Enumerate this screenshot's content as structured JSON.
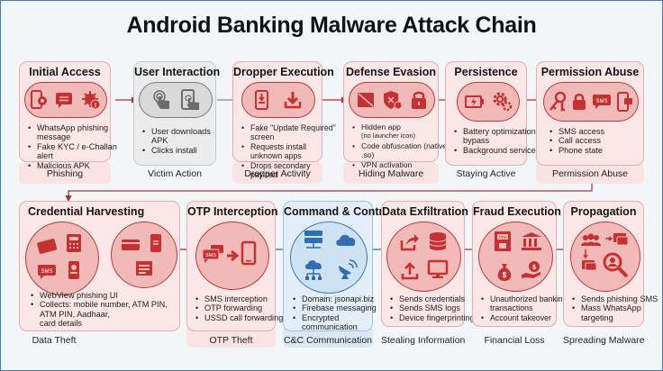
{
  "title": "Android Banking Malware Attack Chain",
  "colors": {
    "accent_red": "#c53030",
    "card_red_bg": "#fbe7e7",
    "card_grey_bg": "#ececec",
    "card_blue_bg": "#e3eef8",
    "accent_blue": "#2f6fb0",
    "grey_icon": "#6b6b6b",
    "frame": "#4a79b8"
  },
  "row1": [
    {
      "title": "Initial Access",
      "theme": "red",
      "icons": [
        "phone-whatsapp-icon",
        "chat-message-icon",
        "virus-alert-icon"
      ],
      "bullets": [
        "WhatsApp phishing message",
        "Fake KYC / e-Challan alert",
        "Malicious APK"
      ],
      "caption": "Phishing"
    },
    {
      "title": "User Interaction",
      "theme": "grey",
      "icons": [
        "tap-hand-icon",
        "phone-tap-icon"
      ],
      "bullets": [
        "User downloads APK",
        "Clicks install"
      ],
      "caption": "Victim Action"
    },
    {
      "title": "Dropper Execution",
      "theme": "red",
      "icons": [
        "phone-download-icon",
        "download-icon"
      ],
      "bullets": [
        "Fake \"Update Required\" screen",
        "Requests install unknown apps",
        "Drops secondary payload"
      ],
      "caption": "Dropper Activity"
    },
    {
      "title": "Defense Evasion",
      "theme": "red",
      "icons": [
        "hidden-app-icon",
        "shield-x-icon",
        "padlock-icon"
      ],
      "bullets": [
        "Hidden app",
        "(no launcher icon)",
        "Code obfuscation (native .so)",
        "VPN activation"
      ],
      "caption": "Hiding Malware"
    },
    {
      "title": "Persistence",
      "theme": "red",
      "icons": [
        "battery-bolt-icon",
        "gears-icon"
      ],
      "bullets": [
        "Battery optimization bypass",
        "Background service"
      ],
      "caption": "Staying Active"
    },
    {
      "title": "Permission Abuse",
      "theme": "red",
      "icons": [
        "keys-icon",
        "padlock-icon",
        "sms-bubble-icon",
        "phone-chat-icon"
      ],
      "bullets": [
        "SMS access",
        "Call access",
        "Phone state"
      ],
      "caption": "Permission Abuse"
    }
  ],
  "row2": [
    {
      "title": "Credential Harvesting",
      "theme": "red",
      "icons": [
        "credit-card-icon",
        "calculator-keypad-icon",
        "sms-bubble-icon",
        "phone-profile-icon",
        "card-icon",
        "phone-transfer-icon",
        "form-window-icon"
      ],
      "bullets": [
        "WebView phishing UI",
        "Collects: mobile number, ATM PIN,",
        "ATM PIN, Aadhaar,",
        "card details"
      ],
      "caption": "Data Theft"
    },
    {
      "title": "OTP Interception",
      "theme": "red",
      "icons": [
        "sms-forward-icon",
        "arrow-right-icon",
        "phone-icon"
      ],
      "bullets": [
        "SMS interception",
        "OTP forwarding",
        "USSD call forwarding"
      ],
      "caption": "OTP Theft"
    },
    {
      "title": "Command & Control",
      "theme": "blue",
      "icons": [
        "server-icon",
        "cloud-icon",
        "cloud-network-icon",
        "satellite-dish-icon"
      ],
      "bullets": [
        "Domain: jsonapi.biz",
        "Firebase messaging",
        "Encrypted communication"
      ],
      "caption": "C&C Communication"
    },
    {
      "title": "Data Exfiltration",
      "theme": "red",
      "icons": [
        "share-export-icon",
        "database-icon",
        "upload-icon",
        "monitor-icon"
      ],
      "bullets": [
        "Sends credentials",
        "Sends SMS logs",
        "Device fingerprinting"
      ],
      "caption": "Stealing Information"
    },
    {
      "title": "Fraud Execution",
      "theme": "red",
      "icons": [
        "atm-icon",
        "bank-icon",
        "money-bag-icon",
        "coin-hand-icon"
      ],
      "bullets": [
        "Unauthorized banking transactions",
        "Account takeover"
      ],
      "caption": "Financial Loss"
    },
    {
      "title": "Propagation",
      "theme": "red",
      "icons": [
        "users-group-icon",
        "chat-bubbles-icon",
        "magnifier-user-icon"
      ],
      "bullets": [
        "Sends phishing SMS",
        "Mass WhatsApp targeting"
      ],
      "caption": "Spreading Malware"
    }
  ]
}
